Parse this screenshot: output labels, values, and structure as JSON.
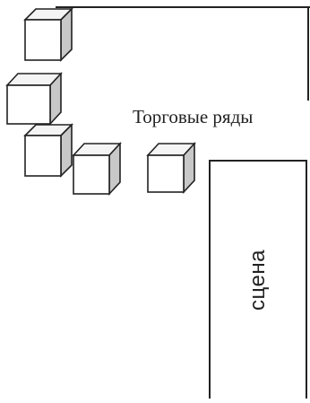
{
  "caption": "Торговые ряды",
  "stage": {
    "label": "сцена"
  },
  "colors": {
    "ink": "#222222",
    "cube_front": "#ffffff",
    "cube_top": "#f4f4f4",
    "cube_side": "#c8c8c8"
  },
  "cubes": [
    {
      "id": "cube-1"
    },
    {
      "id": "cube-2"
    },
    {
      "id": "cube-3"
    },
    {
      "id": "cube-4"
    },
    {
      "id": "cube-5"
    }
  ]
}
